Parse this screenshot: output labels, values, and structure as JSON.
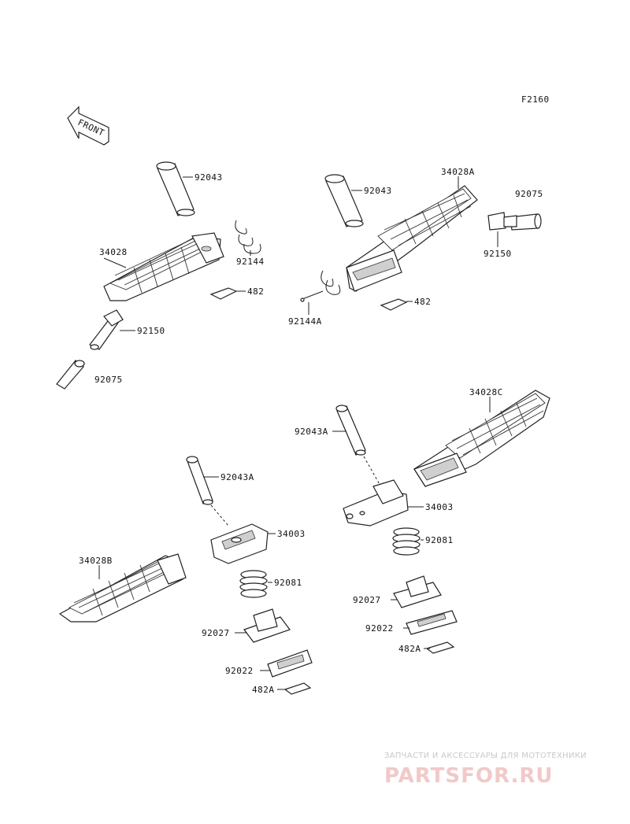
{
  "figure_code": "F2160",
  "front_marker": "FRONT",
  "labels": {
    "l_92043_left": "92043",
    "l_34028": "34028",
    "l_92144": "92144",
    "l_482_left": "482",
    "l_92150_left": "92150",
    "l_92075_left": "92075",
    "l_92043_right": "92043",
    "l_34028A": "34028A",
    "l_92075_right": "92075",
    "l_92150_right": "92150",
    "l_92144A": "92144A",
    "l_482_right": "482",
    "l_34028C": "34028C",
    "l_92043A_right": "92043A",
    "l_34003_right": "34003",
    "l_92081_right": "92081",
    "l_92027_right": "92027",
    "l_92022_right": "92022",
    "l_482A_right": "482A",
    "l_92043A_left": "92043A",
    "l_34003_left": "34003",
    "l_34028B": "34028B",
    "l_92081_left": "92081",
    "l_92027_left": "92027",
    "l_92022_left": "92022",
    "l_482A_left": "482A"
  },
  "watermark": {
    "tagline": "ЗАПЧАСТИ И АКСЕССУАРЫ ДЛЯ МОТОТЕХНИКИ",
    "brand": "PARTSFOR.RU",
    "color": "#e8a8a8"
  }
}
